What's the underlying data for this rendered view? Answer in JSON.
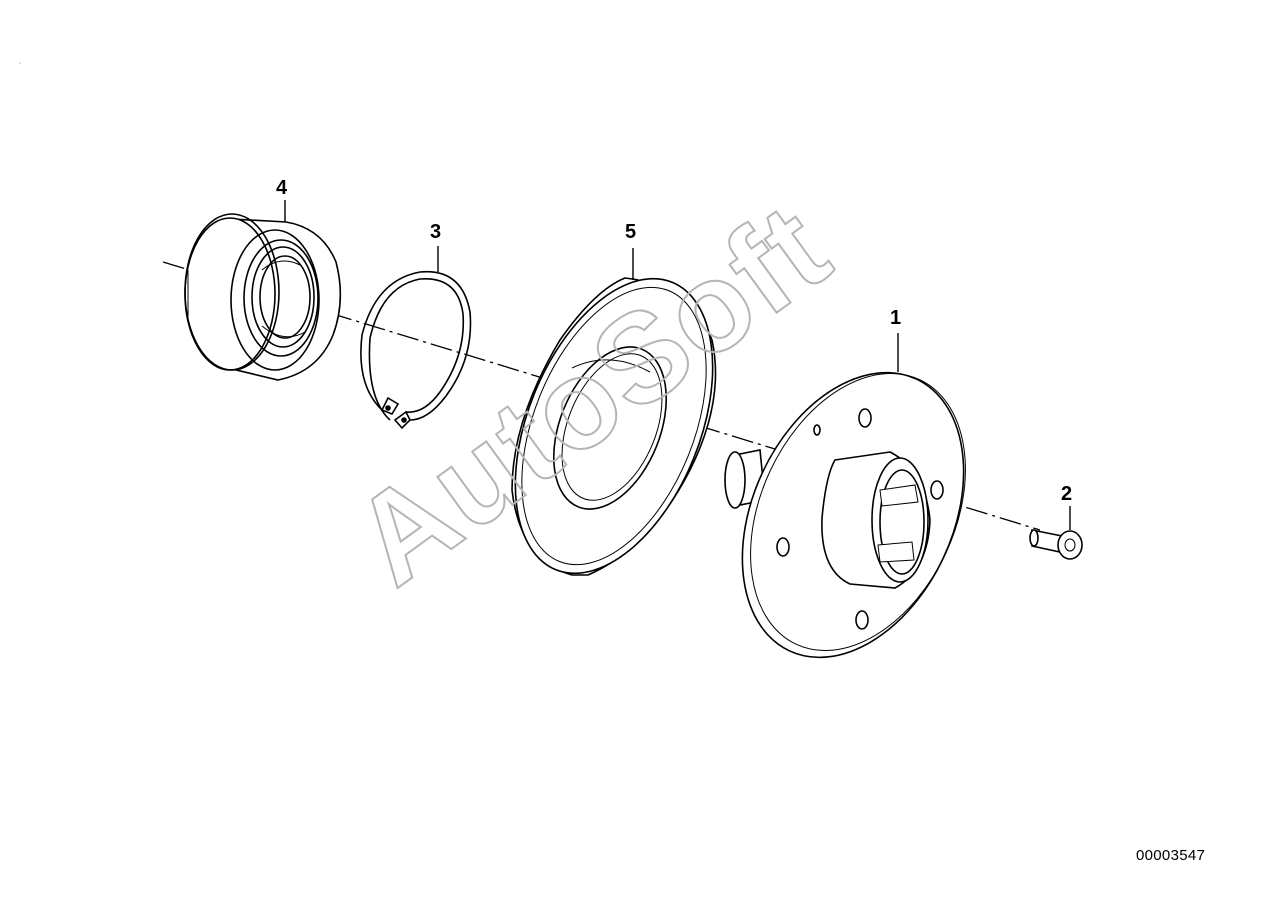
{
  "diagram": {
    "callouts": [
      {
        "id": "1",
        "label": "1"
      },
      {
        "id": "2",
        "label": "2"
      },
      {
        "id": "3",
        "label": "3"
      },
      {
        "id": "4",
        "label": "4"
      },
      {
        "id": "5",
        "label": "5"
      }
    ],
    "document_number": "00003547",
    "watermark": "AutoSoft"
  },
  "colors": {
    "line": "#000000",
    "background": "#ffffff",
    "watermark_stroke": "#b5b5b5"
  }
}
